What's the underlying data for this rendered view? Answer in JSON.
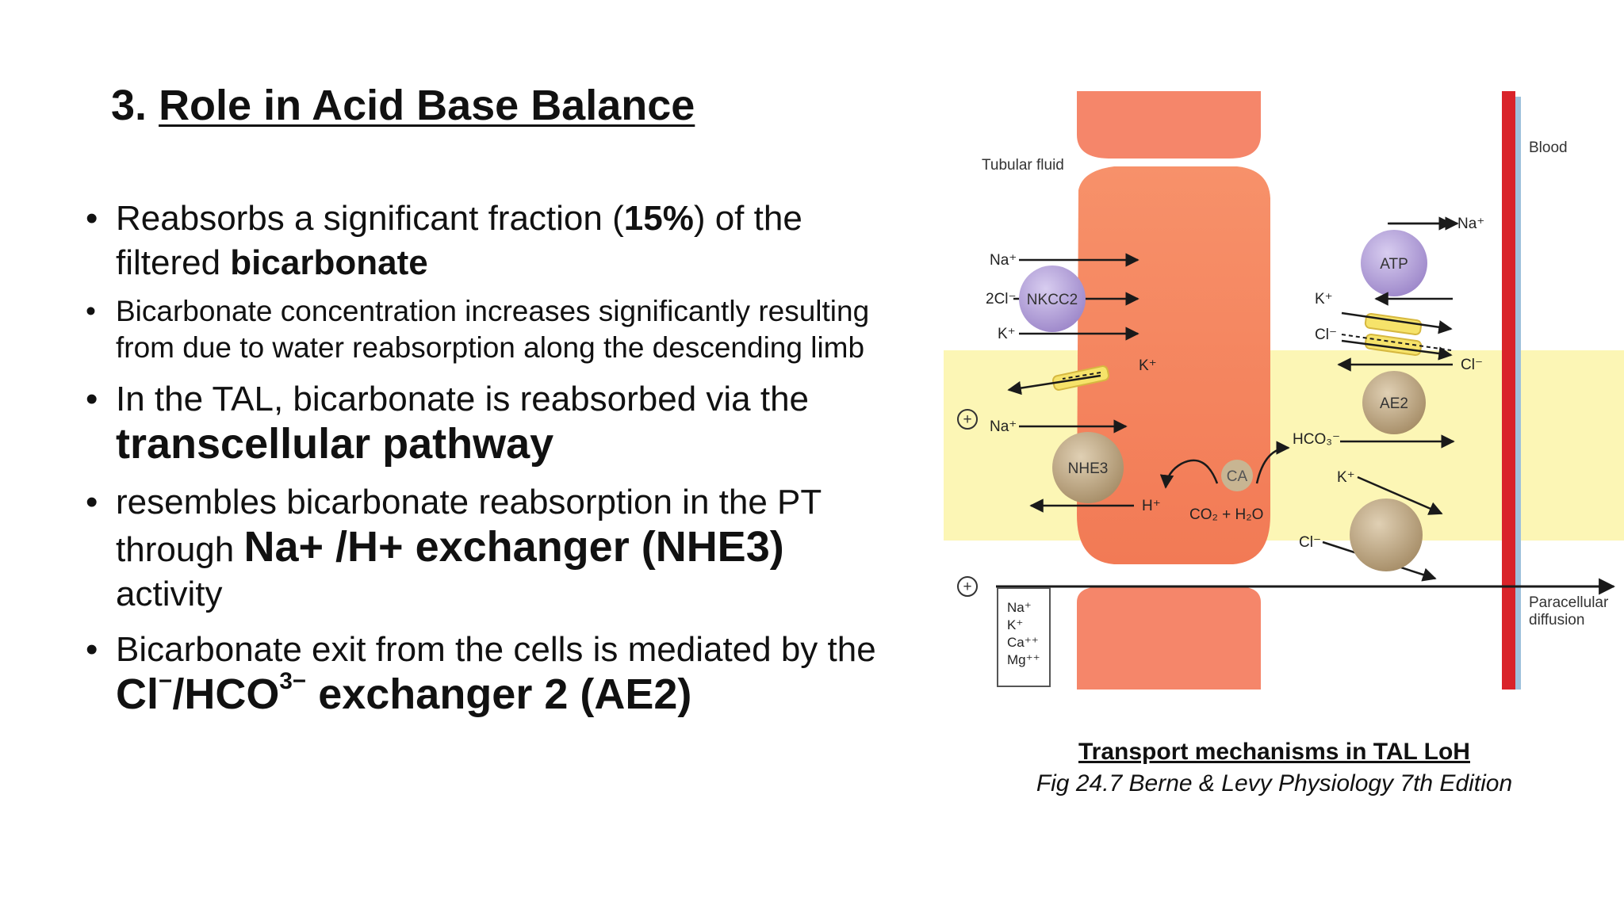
{
  "slide": {
    "title_number": "3.",
    "title_text": "Role in Acid Base Balance"
  },
  "bullets": {
    "b1_a": "Reabsorbs a significant fraction (",
    "b1_b": "15%",
    "b1_c": ") of the filtered ",
    "b1_d": "bicarbonate",
    "b2": "Bicarbonate concentration increases significantly resulting from due to water reabsorption along the descending limb",
    "b3_a": "In the TAL, bicarbonate is reabsorbed via the",
    "b3_b": "transcellular pathway",
    "b4_a": "resembles bicarbonate reabsorption in the PT through ",
    "b4_b": "Na+ /H+  exchanger (NHE3)",
    "b4_c": "activity",
    "b5_a": "Bicarbonate exit from the cells is mediated by the ",
    "b5_b1": "Cl",
    "b5_sup1": "−",
    "b5_b2": "/HCO",
    "b5_sup2": "3−",
    "b5_b3": " exchanger 2 (AE2)"
  },
  "figure": {
    "tubular_fluid": "Tubular fluid",
    "blood": "Blood",
    "paracellular_1": "Paracellular",
    "paracellular_2": "diffusion",
    "na": "Na⁺",
    "two_cl": "2Cl⁻",
    "k": "K⁺",
    "cl": "Cl⁻",
    "h": "H⁺",
    "hco3": "HCO₃⁻",
    "co2_h2o": "CO₂ + H₂O",
    "nkcc2": "NKCC2",
    "atp": "ATP",
    "ae2": "AE2",
    "nhe3": "NHE3",
    "ca": "CA",
    "plus": "+",
    "para_ions": [
      "Na⁺",
      "K⁺",
      "Ca⁺⁺",
      "Mg⁺⁺"
    ]
  },
  "caption": {
    "line1": "Transport mechanisms in TAL LoH",
    "line2": "Fig 24.7 Berne & Levy Physiology 7th Edition"
  },
  "colors": {
    "cell": "#f58a5e",
    "yellow_band": "#fbf4a8",
    "blood_vessel": "#d9232a",
    "nkcc2": "#b3a0d6",
    "atp": "#b7a5d9",
    "nhe3_ae2": "#b8a27e"
  }
}
